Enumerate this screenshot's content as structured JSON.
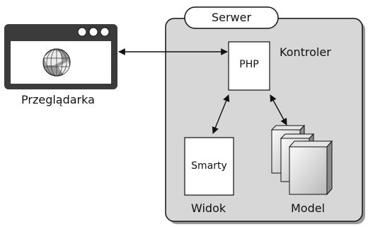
{
  "server": {
    "label": "Serwer"
  },
  "browser": {
    "label": "Przeglądarka",
    "window_buttons": 3,
    "icon": "globe-icon"
  },
  "controller": {
    "box_label": "PHP",
    "caption": "Kontroler"
  },
  "view": {
    "box_label": "Smarty",
    "caption": "Widok"
  },
  "model": {
    "caption": "Model",
    "icon": "stacked-pages-icon"
  },
  "colors": {
    "server_fill": "#d7d7d7",
    "browser_frame": "#3b3b3b",
    "box_fill": "#ffffff",
    "stroke": "#111111"
  }
}
